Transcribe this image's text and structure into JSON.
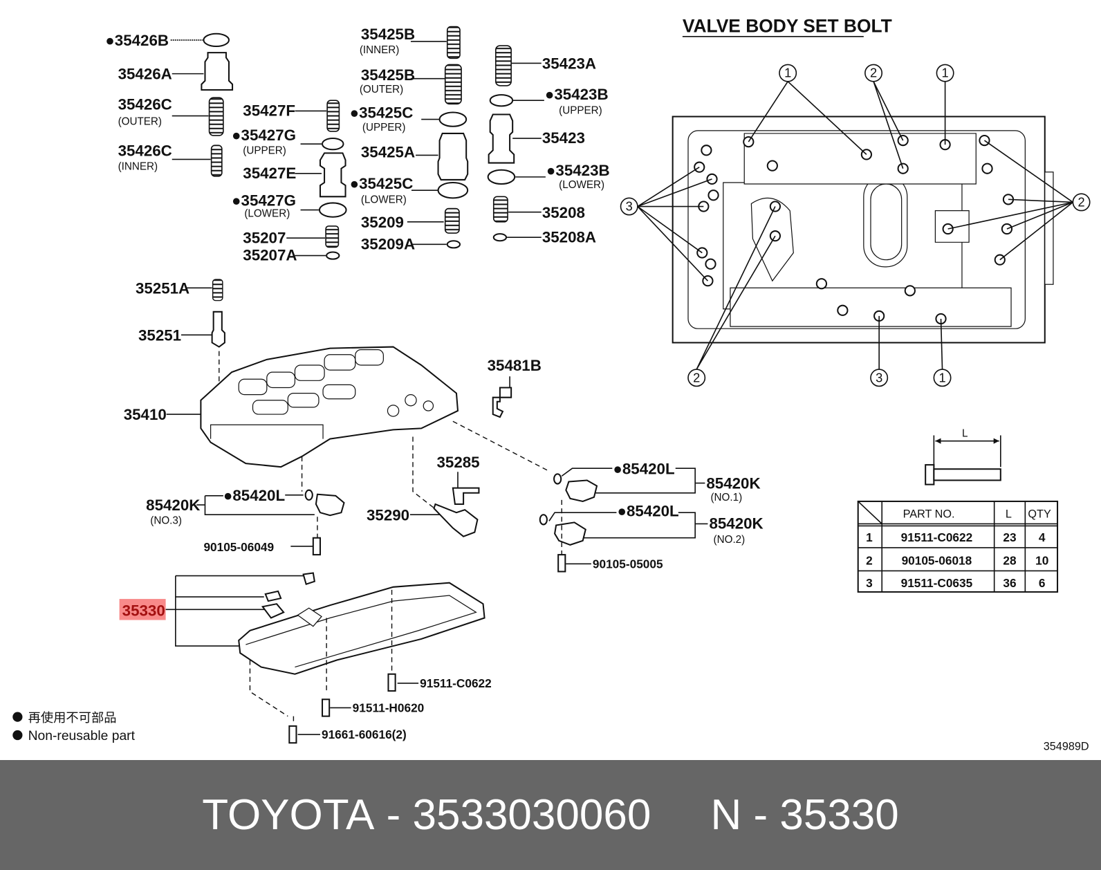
{
  "title": "VALVE BODY SET BOLT",
  "colors": {
    "highlight": "#f88a8a",
    "footer_bg": "#666666",
    "footer_text": "#ffffff"
  },
  "parts": {
    "p35426B": "35426B",
    "p35426A": "35426A",
    "p35426C_outer": "35426C",
    "outer": "(OUTER)",
    "p35426C_inner": "35426C",
    "inner": "(INNER)",
    "p35427F": "35427F",
    "p35427G_upper": "35427G",
    "upper": "(UPPER)",
    "p35427E": "35427E",
    "p35427G_lower": "35427G",
    "lower": "(LOWER)",
    "p35207": "35207",
    "p35207A": "35207A",
    "p35425B_inner": "35425B",
    "p35425B_outer": "35425B",
    "p35425C_upper": "35425C",
    "p35425A": "35425A",
    "p35425C_lower": "35425C",
    "p35209": "35209",
    "p35209A": "35209A",
    "p35423A": "35423A",
    "p35423B_upper": "35423B",
    "p35423": "35423",
    "p35423B_lower": "35423B",
    "p35208": "35208",
    "p35208A": "35208A",
    "p35251A": "35251A",
    "p35251": "35251",
    "p35410": "35410",
    "p35481B": "35481B",
    "p35285": "35285",
    "p35290": "35290",
    "p85420K_3": "85420K",
    "no3": "(NO.3)",
    "p85420L_a": "85420L",
    "p90105_06049": "90105-06049",
    "p85420L_b": "85420L",
    "p85420K_1": "85420K",
    "no1": "(NO.1)",
    "p85420L_c": "85420L",
    "p85420K_2": "85420K",
    "no2": "(NO.2)",
    "p90105_05005": "90105-05005",
    "p35330": "35330",
    "p91511_C0622": "91511-C0622",
    "p91511_H0620": "91511-H0620",
    "p91661_60616": "91661-60616(2)"
  },
  "bullet": "●",
  "legend": {
    "jp": "再使用不可部品",
    "en": "Non-reusable part"
  },
  "diagram_id": "354989D",
  "bolt_dim_label": "L",
  "callouts": {
    "one": "1",
    "two": "2",
    "three": "3"
  },
  "table": {
    "headers": [
      "PART NO.",
      "L",
      "QTY"
    ],
    "rows": [
      {
        "no": "1",
        "part": "91511-C0622",
        "l": "23",
        "qty": "4"
      },
      {
        "no": "2",
        "part": "90105-06018",
        "l": "28",
        "qty": "10"
      },
      {
        "no": "3",
        "part": "91511-C0635",
        "l": "36",
        "qty": "6"
      }
    ]
  },
  "footer": {
    "brand": "TOYOTA",
    "sep": " - ",
    "number": "3533030060",
    "gap": "     ",
    "ref_prefix": "N",
    "ref": "35330"
  }
}
